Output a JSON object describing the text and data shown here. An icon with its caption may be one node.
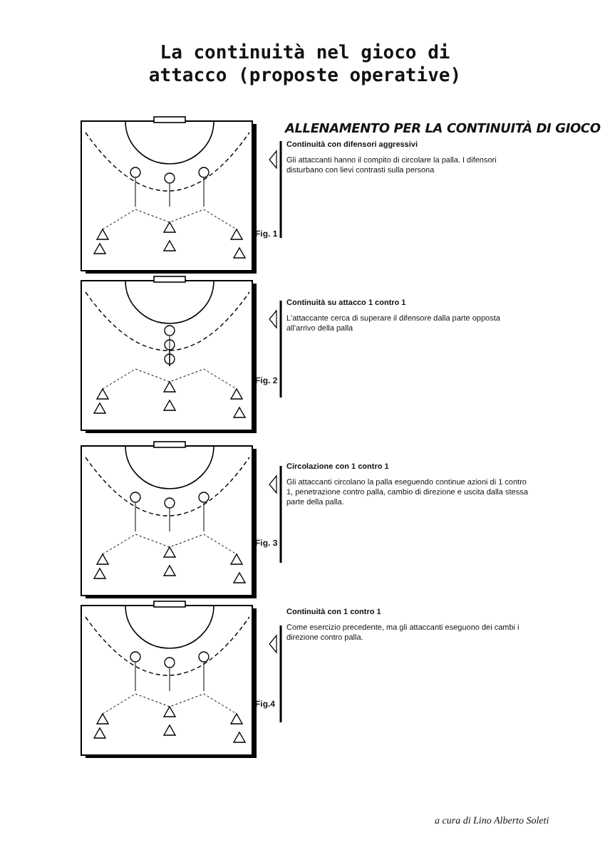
{
  "diagram": {
    "title": "La continuità nel gioco di attacco (proposte operative)",
    "labels": [
      "ALLENAMENTO PER LA CONTINUITÀ DI GIOCO",
      "Continuità con difensori aggressivi",
      "Gli attaccanti hanno il compito di circolare la palla. I difensori disturbano con lievi contrasti sulla persona",
      "Fig. 1",
      "Continuità su attacco 1 contro 1",
      "L'attaccante cerca di superare il difensore dalla parte opposta all'arrivo della palla",
      "Fig. 2",
      "Circolazione con 1 contro 1",
      "Gli attaccanti circolano la palla eseguendo continue azioni di 1 contro 1, penetrazione contro palla, cambio di direzione e uscita dalla stessa parte della palla.",
      "Fig. 3",
      "Continuità con 1 contro 1",
      "Come esercizio precedente, ma gli attaccanti eseguono dei cambi i direzione contro palla.",
      "Fig.4",
      "a cura di Lino Alberto Soleti"
    ]
  }
}
